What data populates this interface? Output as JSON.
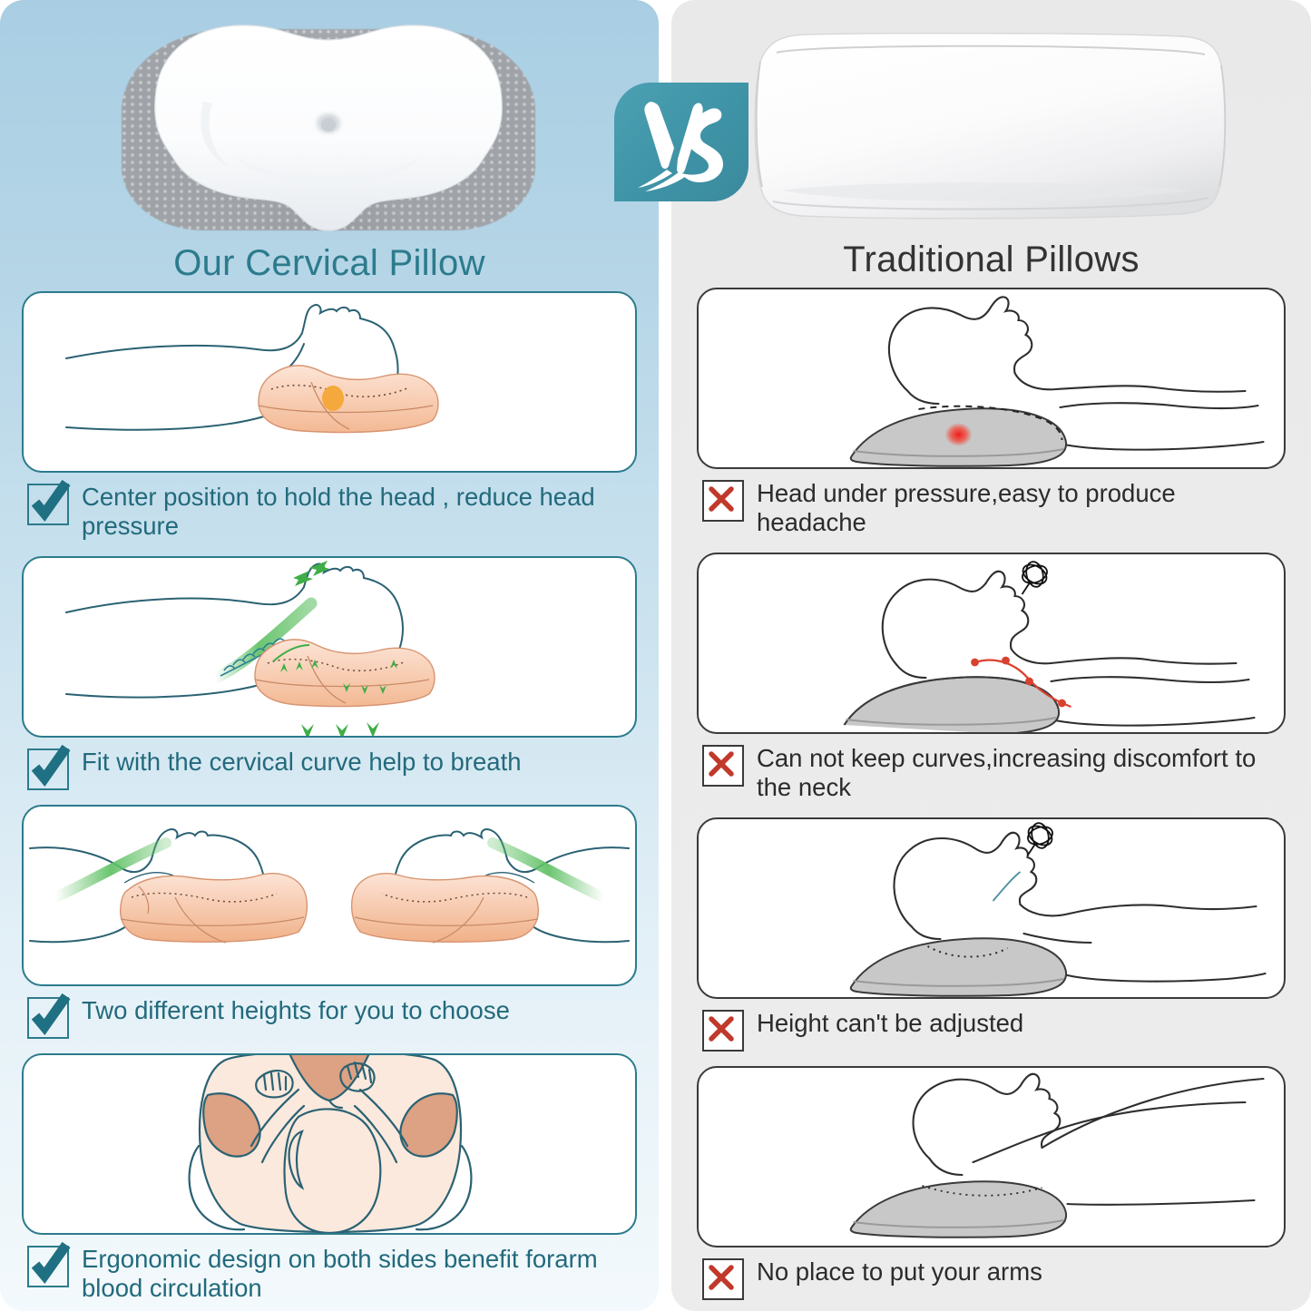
{
  "badge": {
    "label": "VS",
    "color": "#3f93a6"
  },
  "left": {
    "title": "Our Cervical Pillow",
    "accent": "#2c7b8c",
    "product_image_alt": "contoured white memory foam cervical pillow with gray mesh side panels",
    "items": [
      {
        "icon": "check-icon",
        "text": "Center position to hold the head , reduce head pressure",
        "illustration": "back-sleeper-on-cervical-pillow-with-orange-pressure-point"
      },
      {
        "icon": "check-icon",
        "text": "Fit with the cervical curve help to breath",
        "illustration": "back-sleeper-with-green-airflow-arrows-and-spine"
      },
      {
        "icon": "check-icon",
        "text": "Two different heights for you to choose",
        "illustration": "two-head-views-on-pillow-showing-low-and-high-sides"
      },
      {
        "icon": "check-icon",
        "text": "Ergonomic design on both sides benefit forarm blood circulation",
        "illustration": "top-view-head-on-pillow-with-arms-in-side-cutouts"
      }
    ]
  },
  "right": {
    "title": "Traditional Pillows",
    "accent": "#3a3a3a",
    "product_image_alt": "plain white rectangular traditional pillow",
    "items": [
      {
        "icon": "x-icon",
        "text": "Head under pressure,easy to produce headache",
        "illustration": "back-sleeper-on-flat-pillow-with-red-pressure-point"
      },
      {
        "icon": "x-icon",
        "text": "Can not keep curves,increasing discomfort to the neck",
        "illustration": "back-sleeper-with-red-dotted-spine-line-and-pain-burst"
      },
      {
        "icon": "x-icon",
        "text": "Height can't be adjusted",
        "illustration": "back-sleeper-with-head-sunken-into-flat-pillow"
      },
      {
        "icon": "x-icon",
        "text": "No place to put your arms",
        "illustration": "side-sleeper-with-arm-hanging-off-flat-pillow"
      }
    ]
  },
  "colors": {
    "teal": "#2c7b8c",
    "red_x": "#c0392b",
    "green_arrow": "#43b049",
    "skin_fill": "#f6c6a8",
    "gray_pillow": "#c6c6c6",
    "left_bg_top": "#a9cee3",
    "left_bg_bottom": "#f3f9fc",
    "right_bg": "#ebebeb"
  }
}
